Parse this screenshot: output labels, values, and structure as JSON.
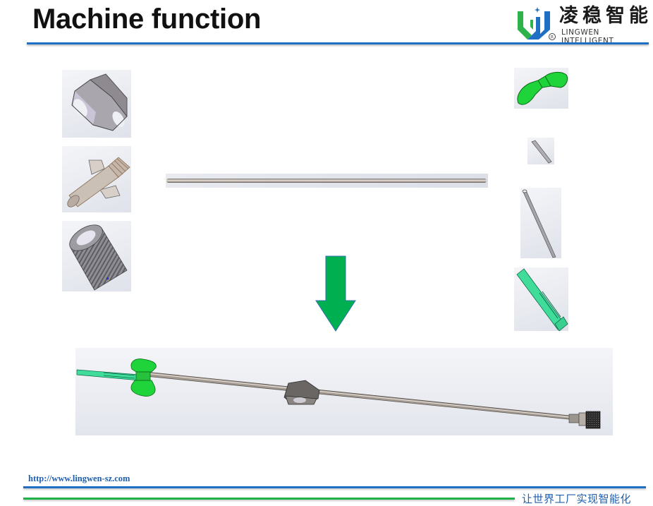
{
  "header": {
    "title": "Machine function",
    "logo": {
      "name_cn": "凌稳智能",
      "name_en": "LINGWEN INTELLIGENT",
      "registered_mark": "®",
      "colors": {
        "green": "#2db34a",
        "blue": "#1f6fc5"
      }
    },
    "rule_color": "#1f6fc5"
  },
  "parts": {
    "left": [
      {
        "id": "clip-housing",
        "label": "clip housing (grey)"
      },
      {
        "id": "winged-hub",
        "label": "winged hub with thread (beige)"
      },
      {
        "id": "knurled-cap",
        "label": "knurled cap (grey)"
      }
    ],
    "center": {
      "id": "long-rod",
      "label": "long metal rod"
    },
    "right": [
      {
        "id": "wing-grip",
        "label": "butterfly wing grip (green)",
        "color": "#1fd33a"
      },
      {
        "id": "needle-tip",
        "label": "short needle tip (grey)"
      },
      {
        "id": "stylet",
        "label": "stylet with eyelet (grey)"
      },
      {
        "id": "sheath-tube",
        "label": "sheath tube (teal green)",
        "color": "#3fdc9a"
      }
    ]
  },
  "arrow": {
    "direction": "down",
    "color": "#00b050"
  },
  "assembly": {
    "id": "assembled-device",
    "label": "assembled device"
  },
  "footer": {
    "url": "http://www.lingwen-sz.com",
    "slogan": "让世界工厂实现智能化",
    "blue_line": "#1f6fc5",
    "green_line": "#1fb24a"
  }
}
